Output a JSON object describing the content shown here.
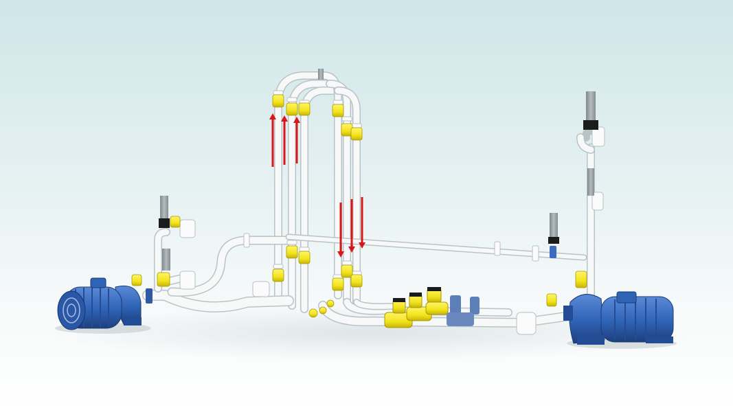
{
  "colors": {
    "background_top": "#cfe6e8",
    "background_bottom": "#ffffff",
    "pipe": "#f7f8f8",
    "pipe_shadow": "#b9c3c6",
    "valve_yellow": "#f3e41c",
    "pump_blue": "#2f63b6",
    "flow_arrow": "#d81818",
    "sensor_grey": "#9aa3a8",
    "sensor_black": "#1b1b1b"
  },
  "icons": {
    "left_pump": "motor-pump-icon",
    "right_pump": "motor-pump-icon",
    "flow_arrows": "arrow-icon",
    "valves": "valve-icon",
    "flow_meters": "flow-meter-icon"
  },
  "flow_arrows": [
    {
      "direction": "up"
    },
    {
      "direction": "up"
    },
    {
      "direction": "up"
    },
    {
      "direction": "down"
    },
    {
      "direction": "down"
    },
    {
      "direction": "down"
    }
  ]
}
